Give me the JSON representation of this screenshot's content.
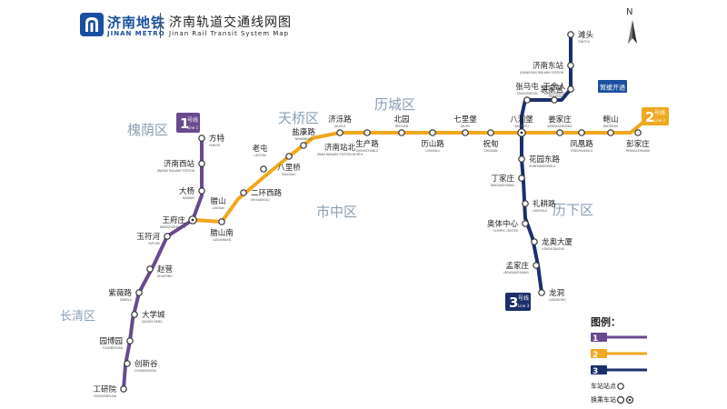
{
  "header": {
    "logo_cn": "济南地铁",
    "logo_en": "JINAN METRO",
    "title_cn": "济南轨道交通线网图",
    "title_en": "Jinan Rail Transit System Map"
  },
  "compass": {
    "label": "N"
  },
  "colors": {
    "line1": "#6a4a8e",
    "line2": "#f0a81e",
    "line3": "#1b2f6b",
    "district": "#8aa0b4",
    "extension": "#1a4fa0"
  },
  "districts": [
    {
      "id": "huaiyin",
      "name": "槐荫区"
    },
    {
      "id": "tianqiao",
      "name": "天桥区"
    },
    {
      "id": "licheng",
      "name": "历城区"
    },
    {
      "id": "shizhong",
      "name": "市中区"
    },
    {
      "id": "lixia",
      "name": "历下区"
    },
    {
      "id": "changqing",
      "name": "长清区"
    }
  ],
  "lines": [
    {
      "id": "line1",
      "number": "1",
      "label": "号线",
      "en": "Line 1"
    },
    {
      "id": "line2",
      "number": "2",
      "label": "号线",
      "en": "Line 2"
    },
    {
      "id": "line3",
      "number": "3",
      "label": "号线",
      "en": "Line 3"
    }
  ],
  "extension_note": "暂缓开通",
  "stations": [
    {
      "id": "fangte",
      "name": "方特",
      "en": "FANGTE"
    },
    {
      "id": "jinanxi",
      "name": "济南西站",
      "en": "JINANXI RAILWAY STATION"
    },
    {
      "id": "dayang",
      "name": "大杨",
      "en": "DAYANG"
    },
    {
      "id": "wangfu",
      "name": "王府庄",
      "en": "WANGFUZHUANG"
    },
    {
      "id": "yufuhe",
      "name": "玉符河",
      "en": "YUFUHE"
    },
    {
      "id": "zhaoying",
      "name": "赵营",
      "en": "ZHAOYING"
    },
    {
      "id": "ziwei",
      "name": "紫薇路",
      "en": "ZIWEILU"
    },
    {
      "id": "daxue",
      "name": "大学城",
      "en": "DAXUECHENG"
    },
    {
      "id": "yuanbo",
      "name": "园博园",
      "en": "YUANBOYUAN"
    },
    {
      "id": "chuangxin",
      "name": "创新谷",
      "en": "CHUANGXINGU"
    },
    {
      "id": "gongyan",
      "name": "工研院",
      "en": "GONGYANYUAN"
    },
    {
      "id": "ruanshan",
      "name": "腊山",
      "en": "LASHAN"
    },
    {
      "id": "lashannan",
      "name": "腊山南",
      "en": "LASHANNAN"
    },
    {
      "id": "laotun",
      "name": "老屯",
      "en": "LAOTUN"
    },
    {
      "id": "erhuanxi",
      "name": "二环西路",
      "en": "ERHUANXILU"
    },
    {
      "id": "bali",
      "name": "八里桥",
      "en": "BALIQIAO"
    },
    {
      "id": "yankang",
      "name": "盐康路",
      "en": "YANKANGLU"
    },
    {
      "id": "jiluo",
      "name": "济泺路",
      "en": "JILUOLU"
    },
    {
      "id": "jinanzhanbei",
      "name": "济南站北",
      "en": "JINAN RAILWAY STATION NORTH"
    },
    {
      "id": "shengchan",
      "name": "生产路",
      "en": "SHENGCHANLU"
    },
    {
      "id": "beiyuan",
      "name": "北园",
      "en": "BEIYUAN"
    },
    {
      "id": "lishan",
      "name": "历山路",
      "en": "LISHANLU"
    },
    {
      "id": "qilipu",
      "name": "七里堡",
      "en": "QILIPU"
    },
    {
      "id": "zhidian",
      "name": "祝甸",
      "en": "ZHUDIAN"
    },
    {
      "id": "bajianpu",
      "name": "八涧堡",
      "en": "BAJIANPU"
    },
    {
      "id": "jiangjia",
      "name": "姜家庄",
      "en": "JIANGJIAZHUANG"
    },
    {
      "id": "fenghuang",
      "name": "凤凰路",
      "en": "FENGHUANGLU"
    },
    {
      "id": "baoshan",
      "name": "鲍山",
      "en": "BAOSHAN"
    },
    {
      "id": "pengjia",
      "name": "彭家庄",
      "en": "PENGJIAZHUANG"
    },
    {
      "id": "tantou",
      "name": "滩头",
      "en": "TANTOU"
    },
    {
      "id": "jinandong",
      "name": "济南东站",
      "en": "JINANDONG RAILWAY STATION"
    },
    {
      "id": "peijia",
      "name": "裴家营",
      "en": "PEIJIAYING"
    },
    {
      "id": "zhangmatun",
      "name": "张马屯",
      "en": "ZHANGMATUN"
    },
    {
      "id": "wangsheren",
      "name": "王舍人",
      "en": "WANGSHEREN"
    },
    {
      "id": "huayuandong",
      "name": "花园东路",
      "en": "HUAYUANDONGLU"
    },
    {
      "id": "dingjia",
      "name": "丁家庄",
      "en": "DINGJIAZHUANG"
    },
    {
      "id": "lizhai",
      "name": "礼耕路",
      "en": "LIGENGLU"
    },
    {
      "id": "aoti",
      "name": "奥体中心",
      "en": "OLYMPIC CENTER"
    },
    {
      "id": "longao",
      "name": "龙奥大厦",
      "en": "LONGAODASHA"
    },
    {
      "id": "mengjia",
      "name": "孟家庄",
      "en": "MENGJIAZHUANG"
    },
    {
      "id": "longdong",
      "name": "龙洞",
      "en": "LONGDONG"
    }
  ],
  "legend": {
    "title": "图例：",
    "station": "车站站点",
    "transfer": "换乘车站"
  }
}
